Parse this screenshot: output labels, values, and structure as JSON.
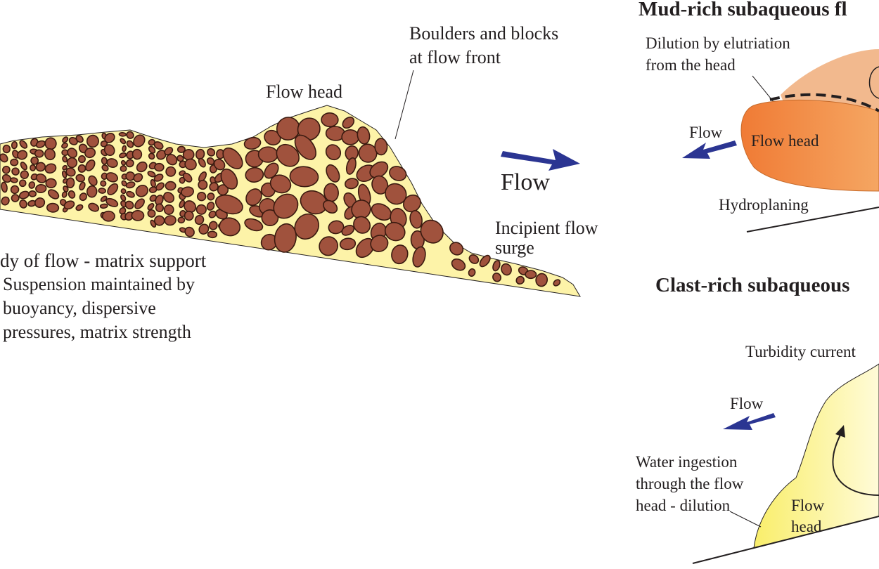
{
  "colors": {
    "matrix": "#fdf3a8",
    "clast": "#a0523d",
    "clast_outline": "#3a1a10",
    "arrow": "#2b3592",
    "mud_head": "#f08a3c",
    "mud_tail": "#f2b98e",
    "turbid": "#fbf27a"
  },
  "left": {
    "boulders_label_1": "Boulders and blocks",
    "boulders_label_2": "at flow front",
    "flow_head_label": "Flow head",
    "flow_arrow_label": "Flow",
    "incipient_label_1": "Incipient flow",
    "incipient_label_2": "surge",
    "body_label_1": "dy of flow - matrix support",
    "body_label_2": "Suspension maintained by",
    "body_label_3": "buoyancy, dispersive",
    "body_label_4": "pressures, matrix strength"
  },
  "mud_rich": {
    "title": "Mud-rich subaqueous fl",
    "dilution_1": "Dilution by elutriation",
    "dilution_2": "from the head",
    "flow_label": "Flow",
    "flow_head_label": "Flow head",
    "hydroplaning_label": "Hydroplaning"
  },
  "clast_rich": {
    "title": "Clast-rich subaqueous",
    "turbidity_label": "Turbidity current",
    "flow_label": "Flow",
    "water_1": "Water ingestion",
    "water_2": "through the flow",
    "water_3": "head - dilution",
    "flow_head_1": "Flow",
    "flow_head_2": "head"
  }
}
